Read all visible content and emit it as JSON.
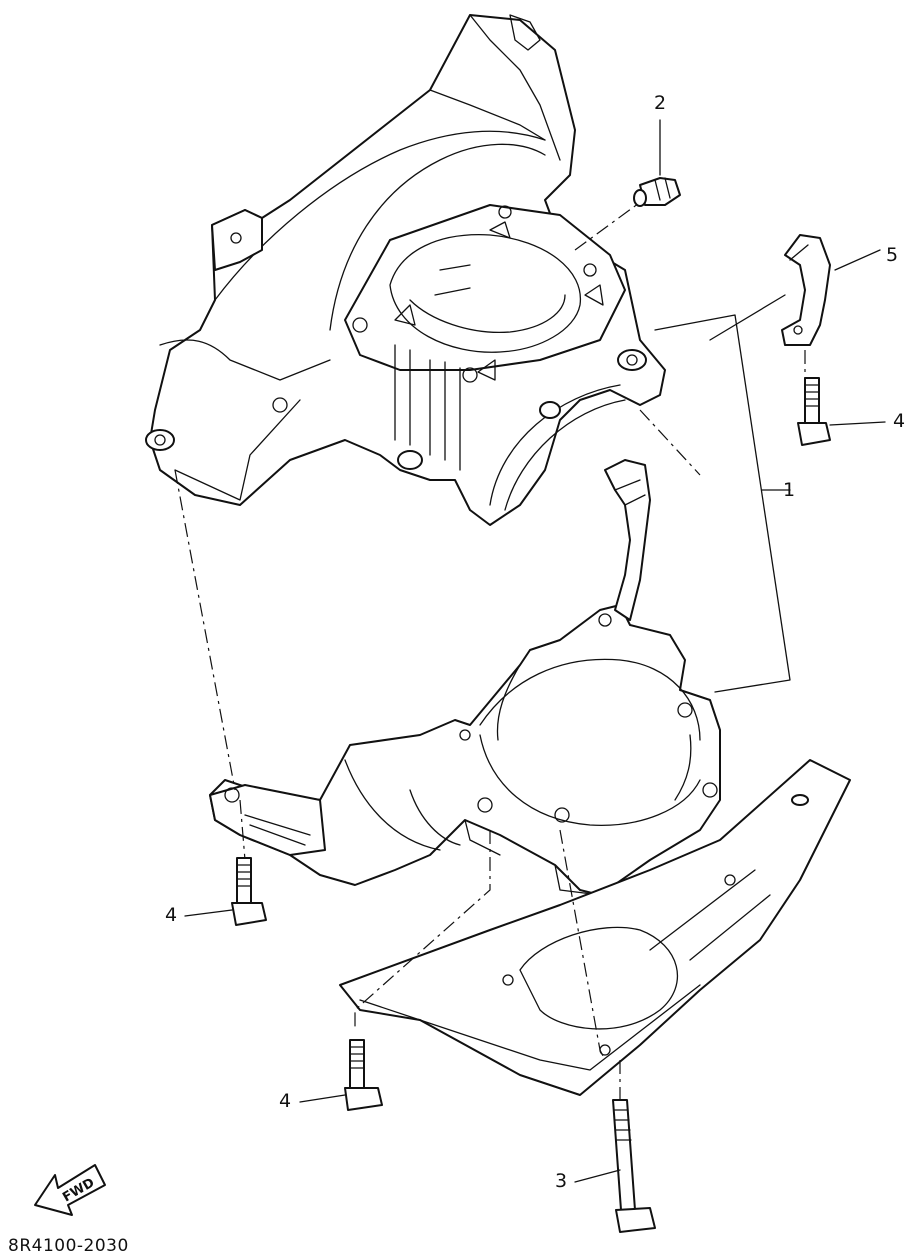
{
  "callouts": {
    "c1": "1",
    "c2": "2",
    "c3": "3",
    "c4a": "4",
    "c4b": "4",
    "c4c": "4",
    "c5": "5"
  },
  "direction_label": "FWD",
  "reference_code": "8R4100-2030",
  "ink_color": "#111111",
  "background_color": "#ffffff"
}
